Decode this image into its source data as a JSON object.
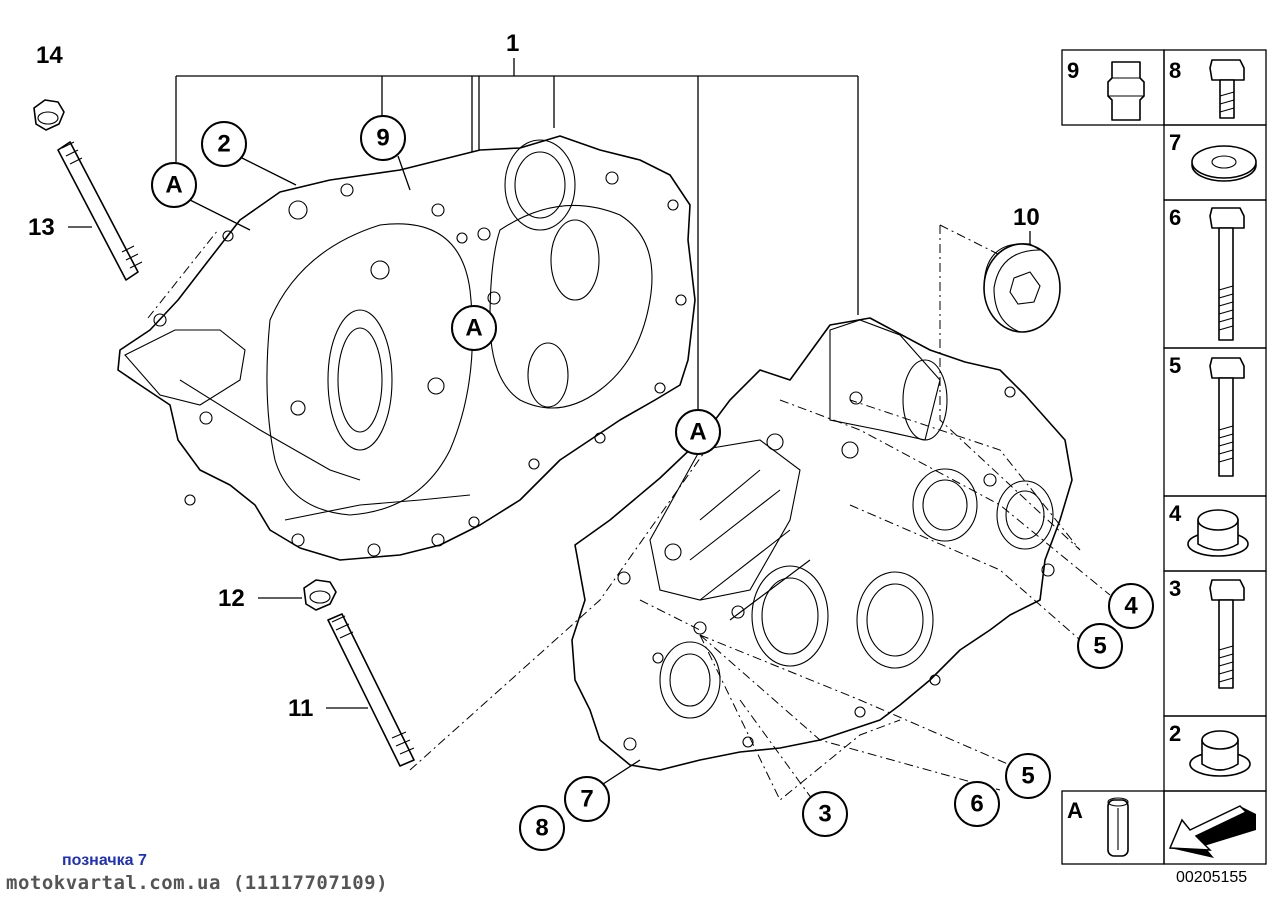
{
  "callouts": {
    "c1": "1",
    "c2": "2",
    "c3": "3",
    "c4": "4",
    "c5a": "5",
    "c5b": "5",
    "c6": "6",
    "c7": "7",
    "c8": "8",
    "c9": "9",
    "c10": "10",
    "c11": "11",
    "c12": "12",
    "c13": "13",
    "c14": "14",
    "cA1": "A",
    "cA2": "A",
    "cA3": "A"
  },
  "legend": {
    "cells": [
      "9",
      "8",
      "7",
      "6",
      "5",
      "4",
      "3",
      "2",
      "A"
    ]
  },
  "caption": "позначка 7",
  "source": "motokvartal.com.ua (11117707109)",
  "diagram_id": "00205155"
}
